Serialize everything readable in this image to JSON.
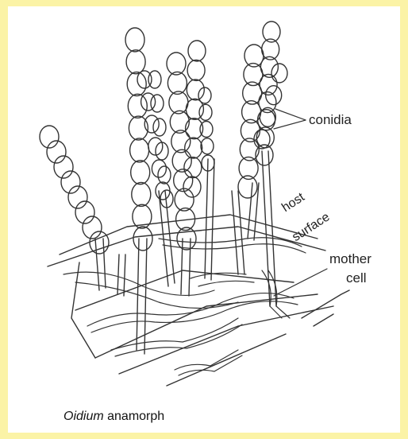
{
  "labels": {
    "conidia": "conidia",
    "host": "host",
    "surface": "surface",
    "mother": "mother",
    "cell": "cell"
  },
  "caption": {
    "genus": "Oidium",
    "rest": " anamorph"
  },
  "colors": {
    "frame": "#fbf3a6",
    "panel": "#ffffff",
    "ink": "#222222"
  }
}
